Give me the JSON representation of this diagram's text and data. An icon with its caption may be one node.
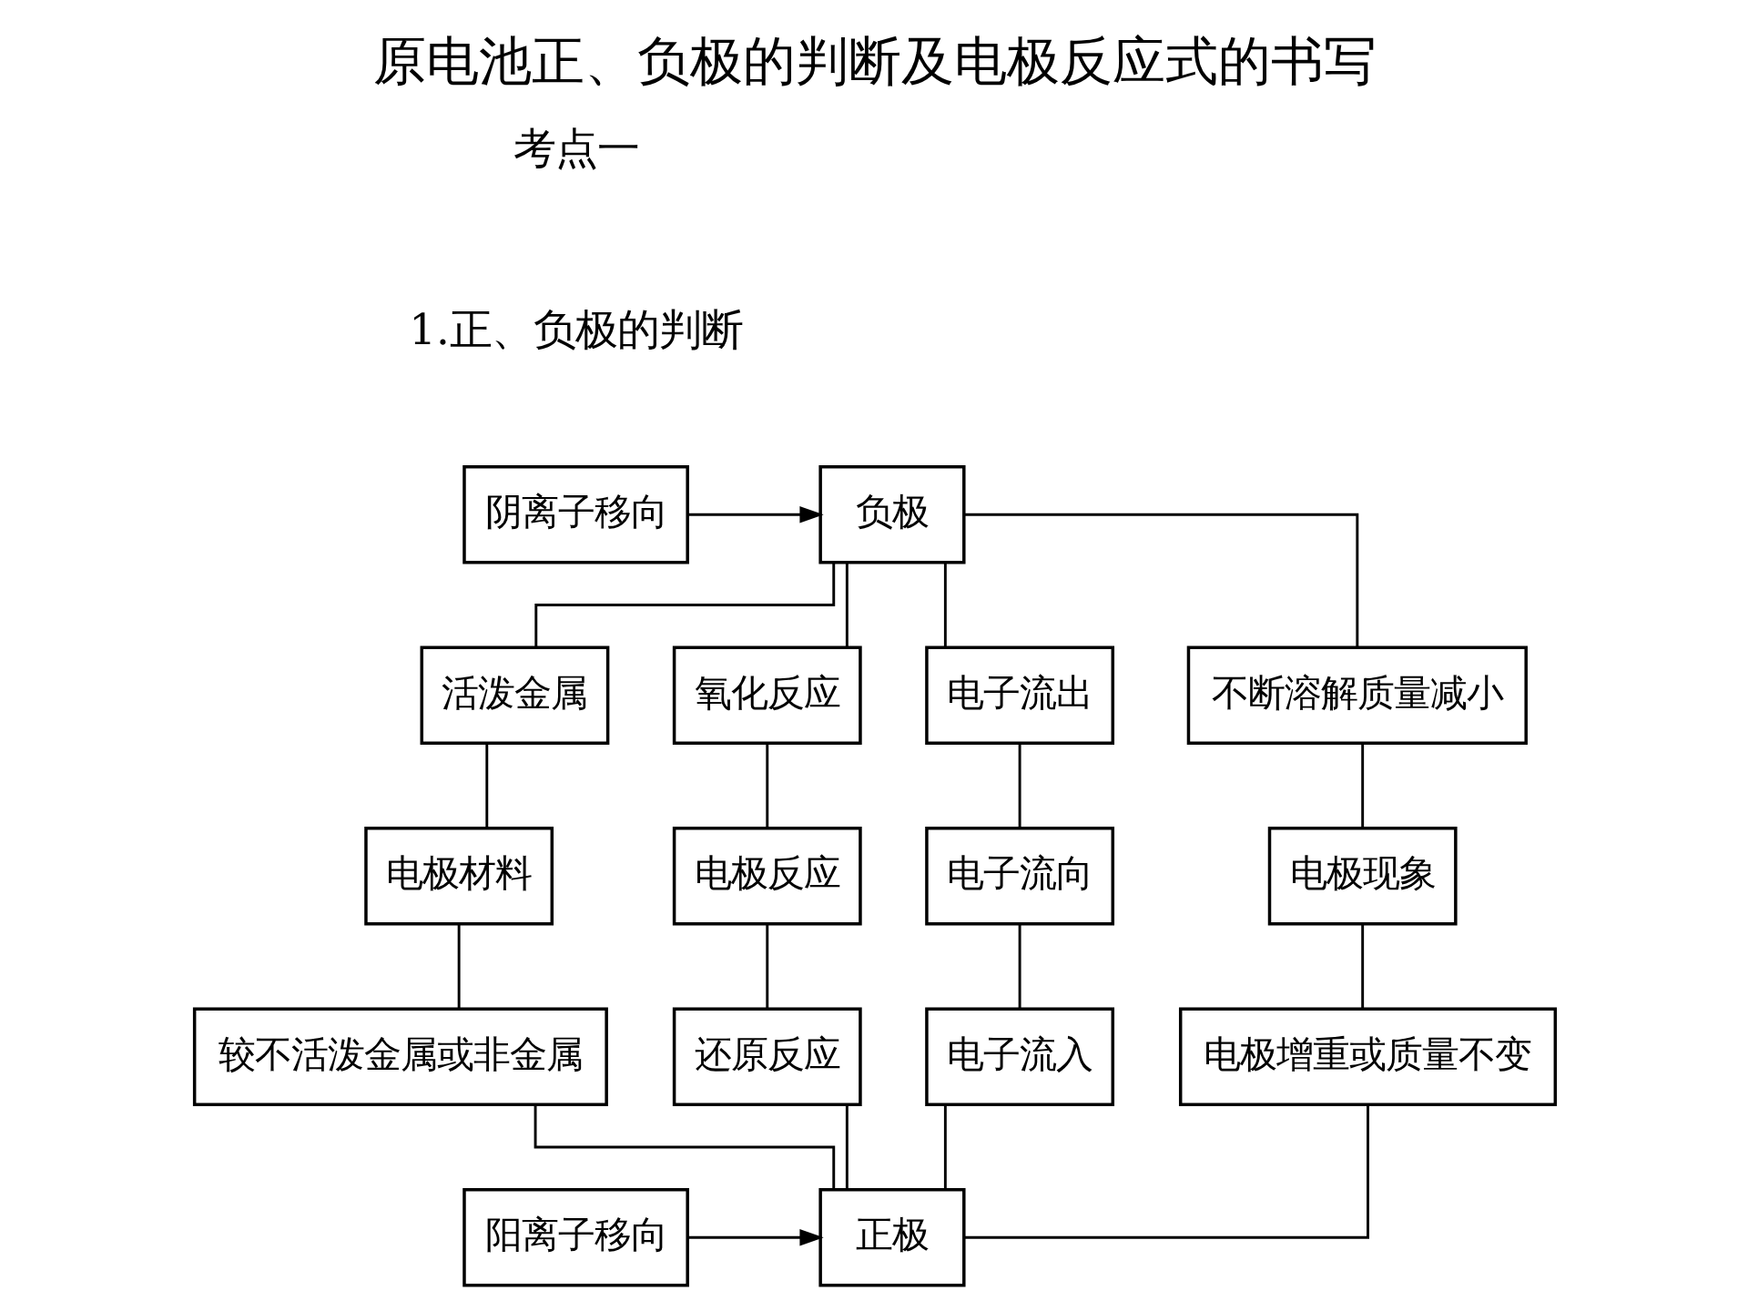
{
  "diagram": {
    "title": "原电池正、负极的判断及电极反应式的书写",
    "nodes": [
      {
        "text": [
          "阴离子移向"
        ]
      },
      {
        "text": [
          "负极"
        ]
      },
      {
        "text": [
          "活泼金属"
        ]
      },
      {
        "text": [
          "氧化反应"
        ]
      },
      {
        "text": [
          "电子流出"
        ]
      },
      {
        "text": [
          "不断溶解质量减小"
        ]
      },
      {
        "text": [
          "电极材料"
        ]
      },
      {
        "text": [
          "电极反应"
        ]
      },
      {
        "text": [
          "电子流向"
        ]
      },
      {
        "text": [
          "电极现象"
        ]
      },
      {
        "text": [
          "较不活泼金属或非金属"
        ]
      },
      {
        "text": [
          "还原反应"
        ]
      },
      {
        "text": [
          "电子流入"
        ]
      },
      {
        "text": [
          "电极增重或质量不变"
        ]
      },
      {
        "text": [
          "阳离子移向"
        ]
      },
      {
        "text": [
          "正极"
        ]
      }
    ],
    "edges": [
      {
        "from": 0,
        "to": 1,
        "arrow": "to"
      },
      {
        "from": 1,
        "to": 2,
        "arrow": "none"
      },
      {
        "from": 1,
        "to": 3,
        "arrow": "none"
      },
      {
        "from": 1,
        "to": 4,
        "arrow": "none"
      },
      {
        "from": 1,
        "to": 5,
        "arrow": "none"
      },
      {
        "from": 2,
        "to": 6,
        "arrow": "none"
      },
      {
        "from": 3,
        "to": 7,
        "arrow": "none"
      },
      {
        "from": 4,
        "to": 8,
        "arrow": "none"
      },
      {
        "from": 5,
        "to": 9,
        "arrow": "none"
      },
      {
        "from": 6,
        "to": 10,
        "arrow": "none"
      },
      {
        "from": 7,
        "to": 11,
        "arrow": "none"
      },
      {
        "from": 8,
        "to": 12,
        "arrow": "none"
      },
      {
        "from": 9,
        "to": 13,
        "arrow": "none"
      },
      {
        "from": 10,
        "to": 15,
        "arrow": "none"
      },
      {
        "from": 11,
        "to": 15,
        "arrow": "none"
      },
      {
        "from": 12,
        "to": 15,
        "arrow": "none"
      },
      {
        "from": 13,
        "to": 15,
        "arrow": "none"
      },
      {
        "from": 14,
        "to": 15,
        "arrow": "to"
      }
    ],
    "labels": [
      "考点一",
      "1.正、负极的判断"
    ]
  }
}
